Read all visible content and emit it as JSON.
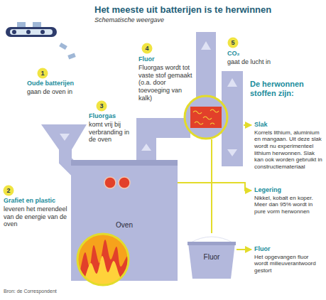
{
  "diagram": {
    "title": "Het meeste uit batterijen is te herwinnen",
    "nodes": [
      {
        "text": [
          "Oven"
        ]
      },
      {
        "text": [
          "Fluor"
        ]
      }
    ],
    "labels": [
      "Schematische weergave",
      "1",
      "Oude batterijen",
      "gaan de oven in",
      "2",
      "Grafiet en plastic",
      "leveren het merendeel van de energie van de oven",
      "3",
      "Fluorgas",
      "komt vrij bij verbranding in de oven",
      "4",
      "Fluor",
      "Fluorgas wordt tot vaste stof gemaakt (o.a. door toevoeging van kalk)",
      "5",
      "CO₂",
      "gaat de lucht in",
      "De herwonnen stoffen zijn:",
      "Slak",
      "Korrels lithium, aluminium en mangaan. Uit deze slak wordt nu experimenteel lithium herwonnen. Slak kan ook worden gebruikt in constructiemateriaal",
      "Legering",
      "Nikkel, kobalt en koper. Meer dan 95% wordt in pure vorm herwonnen",
      "Fluor",
      "Het opgevangen fluor wordt milieuverantwoord gestort",
      "Bron: de Correspondent"
    ]
  }
}
